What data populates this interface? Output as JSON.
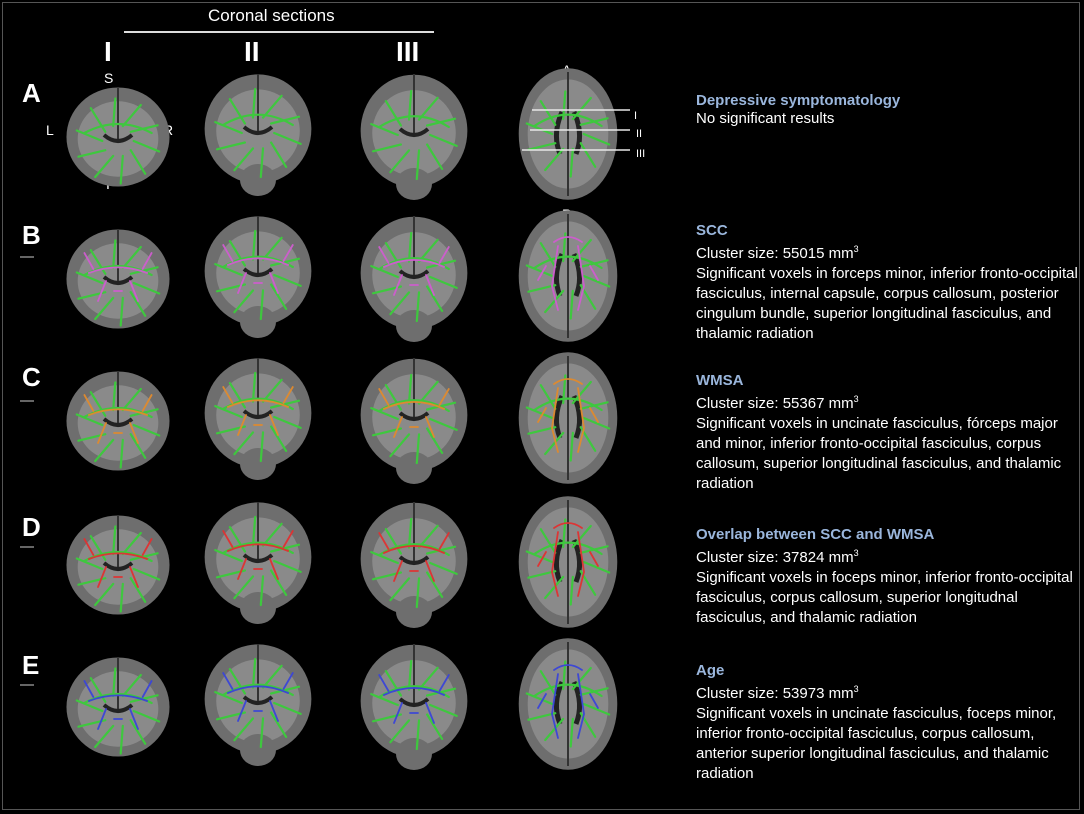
{
  "header": {
    "title": "Coronal sections",
    "columns": [
      "I",
      "II",
      "III"
    ]
  },
  "orientation": {
    "superior": "S",
    "inferior": "I",
    "left": "L",
    "right": "R",
    "anterior": "A",
    "posterior": "P",
    "axial_lines": [
      "I",
      "II",
      "III"
    ]
  },
  "rows": [
    {
      "label": "A",
      "title": "Depressive symptomatology",
      "cluster_prefix": "",
      "cluster_value": "",
      "cluster_unit": "",
      "cluster_exp": "",
      "description": "No significant results",
      "overlay_color": "none"
    },
    {
      "label": "B",
      "title": "SCC",
      "cluster_prefix": "Cluster size: ",
      "cluster_value": "55015",
      "cluster_unit": " mm",
      "cluster_exp": "3",
      "description": "Significant voxels in forceps minor, inferior fronto-occipital fasciculus, internal capsule, corpus callosum, posterior cingulum bundle, superior longitudinal fasciculus, and thalamic radiation",
      "overlay_color": "#d05cd0"
    },
    {
      "label": "C",
      "title": "WMSA",
      "cluster_prefix": "Cluster size: ",
      "cluster_value": "55367",
      "cluster_unit": " mm",
      "cluster_exp": "3",
      "description": "Significant voxels in uncinate fasciculus, fórceps major and minor, inferior fronto-occipital fasciculus, corpus callosum, superior longitudinal fasciculus, and thalamic radiation",
      "overlay_color": "#e08a2c"
    },
    {
      "label": "D",
      "title": "Overlap between SCC and WMSA",
      "cluster_prefix": "Cluster size: ",
      "cluster_value": "37824",
      "cluster_unit": " mm",
      "cluster_exp": "3",
      "description": "Significant voxels in foceps minor, inferior fronto-occipital fasciculus, corpus callosum, superior longitudnal fasciculus, and thalamic radiation",
      "overlay_color": "#e03030"
    },
    {
      "label": "E",
      "title": "Age",
      "cluster_prefix": "Cluster size: ",
      "cluster_value": "53973",
      "cluster_unit": " mm",
      "cluster_exp": "3",
      "description": "Significant voxels in uncinate fasciculus, foceps minor, inferior fronto-occipital fasciculus, corpus callosum, anterior superior longitudinal fasciculus, and thalamic radiation",
      "overlay_color": "#3a44d8"
    }
  ],
  "colors": {
    "skeleton": "#3ec83e",
    "brain_tissue": "#6e6e6e",
    "title_text": "#9ab6dc"
  }
}
